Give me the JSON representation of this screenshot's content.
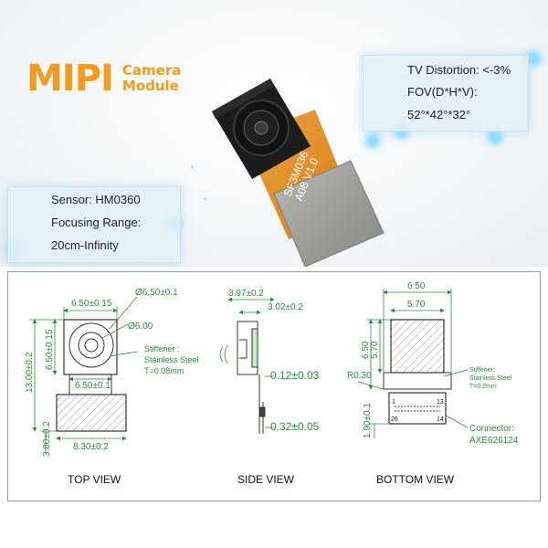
{
  "logo": {
    "mipi": "MIPI",
    "line1": "Camera",
    "line2": "Module"
  },
  "specs_top_right": [
    "TV Distortion: <-3%",
    "FOV(D*H*V):",
    "52°*42°*32°"
  ],
  "specs_left": [
    "Sensor: HM0360",
    "Focusing Range:",
    "20cm-Infinity"
  ],
  "module_print": {
    "line1": "SF3M036",
    "line2": "A08 V1.0"
  },
  "top_view": {
    "label": "TOP VIEW",
    "dims": {
      "width_top": "6.50±0.15",
      "lens_dia_a": "Ø6.50±0.1",
      "lens_dia_b": "Ø6.00",
      "height_left": "6.50±0.15",
      "total_height": "13.00±0.2",
      "width_mid": "6.50±0.1",
      "stiffener_height": "3.80±0.2",
      "stiffener_width": "8.30±0.2"
    },
    "note_lines": [
      "Stiffener :",
      "Stainless Steel",
      "T=0.08mm"
    ]
  },
  "side_view": {
    "label": "SIDE VIEW",
    "dims": {
      "d1": "3.97±0.2",
      "d2": "3.02±0.2",
      "d3": "0.12±0.03",
      "d4": "0.32±0.05"
    }
  },
  "bottom_view": {
    "label": "BOTTOM VIEW",
    "dims": {
      "w1": "6.50",
      "w2": "5.70",
      "h1": "6.50",
      "h2": "5.70",
      "radius": "R0.30",
      "conn_h": "1.90±0.1"
    },
    "pins": {
      "p1": "1",
      "p13": "13",
      "p26": "26",
      "p14": "14"
    },
    "stiffener_lines": [
      "Stiffener:",
      "Stainless Steel",
      "T=0.2mm"
    ],
    "connector_lines": [
      "Connector:",
      "AXE626124"
    ]
  },
  "colors": {
    "accent_orange": "#f49a1c",
    "flex_orange": "#e9902c",
    "dim_green": "#2e8b3c",
    "glow_blue": "#8fe0ff"
  },
  "decorations": {
    "corner_glyph_a": "+",
    "corner_glyph_b": "+"
  }
}
